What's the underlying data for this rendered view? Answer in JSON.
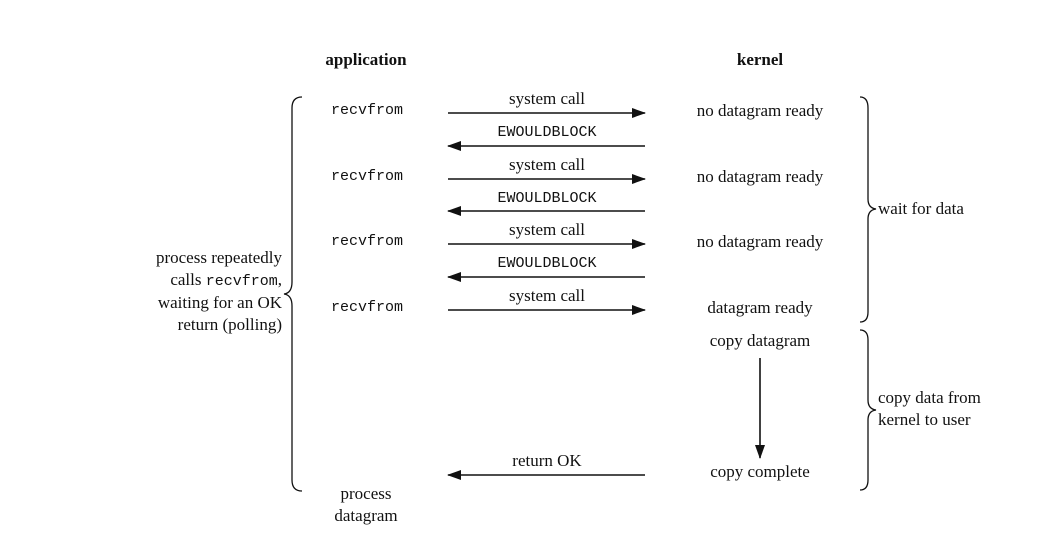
{
  "headers": {
    "application": "application",
    "kernel": "kernel"
  },
  "application_calls": [
    "recvfrom",
    "recvfrom",
    "recvfrom",
    "recvfrom"
  ],
  "arrow_labels": {
    "system_call": "system call",
    "ewouldblock": "EWOULDBLOCK",
    "return_ok": "return OK"
  },
  "kernel_states": [
    "no datagram ready",
    "no datagram ready",
    "no datagram ready",
    "datagram ready"
  ],
  "kernel_copy": {
    "start": "copy datagram",
    "end": "copy complete"
  },
  "phases": {
    "wait": "wait for data",
    "copy_line1": "copy data from",
    "copy_line2": "kernel to user"
  },
  "left_note": {
    "line1": "process repeatedly",
    "line2_prefix": "calls ",
    "line2_code": "recvfrom",
    "line2_suffix": ",",
    "line3": "waiting for an OK",
    "line4": "return (polling)"
  },
  "final_step": {
    "line1": "process",
    "line2": "datagram"
  },
  "colors": {
    "ink": "#111111",
    "background": "#ffffff"
  }
}
